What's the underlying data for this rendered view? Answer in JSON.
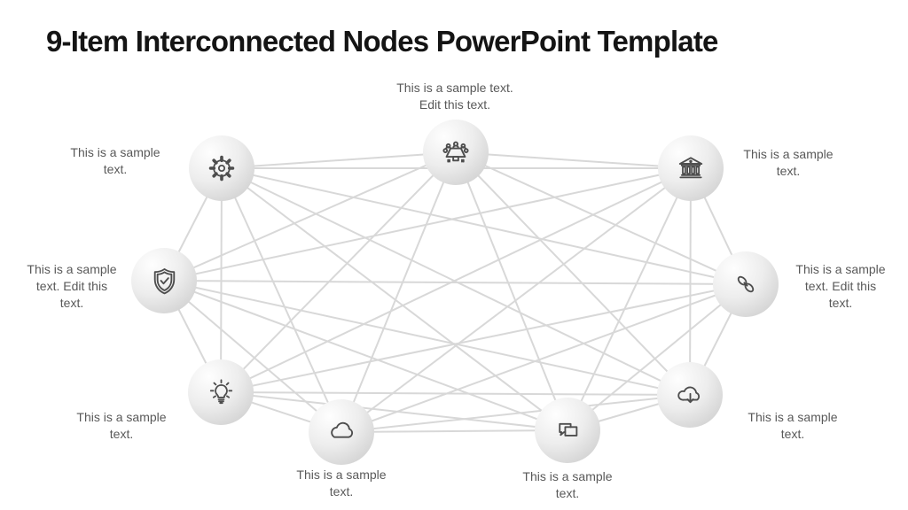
{
  "title": "9-Item Interconnected Nodes PowerPoint Template",
  "colors": {
    "edge": "#d8d8d8",
    "icon_stroke": "#4d4d4d",
    "label_text": "#595959",
    "title_text": "#141414"
  },
  "diagram": {
    "type": "interconnected-nodes",
    "node_count": 9,
    "fully_connected": true,
    "nodes": [
      {
        "icon": "gear-icon",
        "label": "This is a sample\ntext."
      },
      {
        "icon": "meeting-icon",
        "label": "This is a sample text.\nEdit this text."
      },
      {
        "icon": "bank-icon",
        "label": "This is a sample\ntext."
      },
      {
        "icon": "shield-check-icon",
        "label": "This is a sample\ntext. Edit this\ntext."
      },
      {
        "icon": "chain-link-icon",
        "label": "This is a sample\ntext. Edit this\ntext."
      },
      {
        "icon": "lightbulb-icon",
        "label": "This is a sample\ntext."
      },
      {
        "icon": "cloud-icon",
        "label": "This is a sample\ntext."
      },
      {
        "icon": "chat-bubbles-icon",
        "label": "This is a sample\ntext."
      },
      {
        "icon": "cloud-download-icon",
        "label": "This is a sample\ntext."
      }
    ]
  }
}
